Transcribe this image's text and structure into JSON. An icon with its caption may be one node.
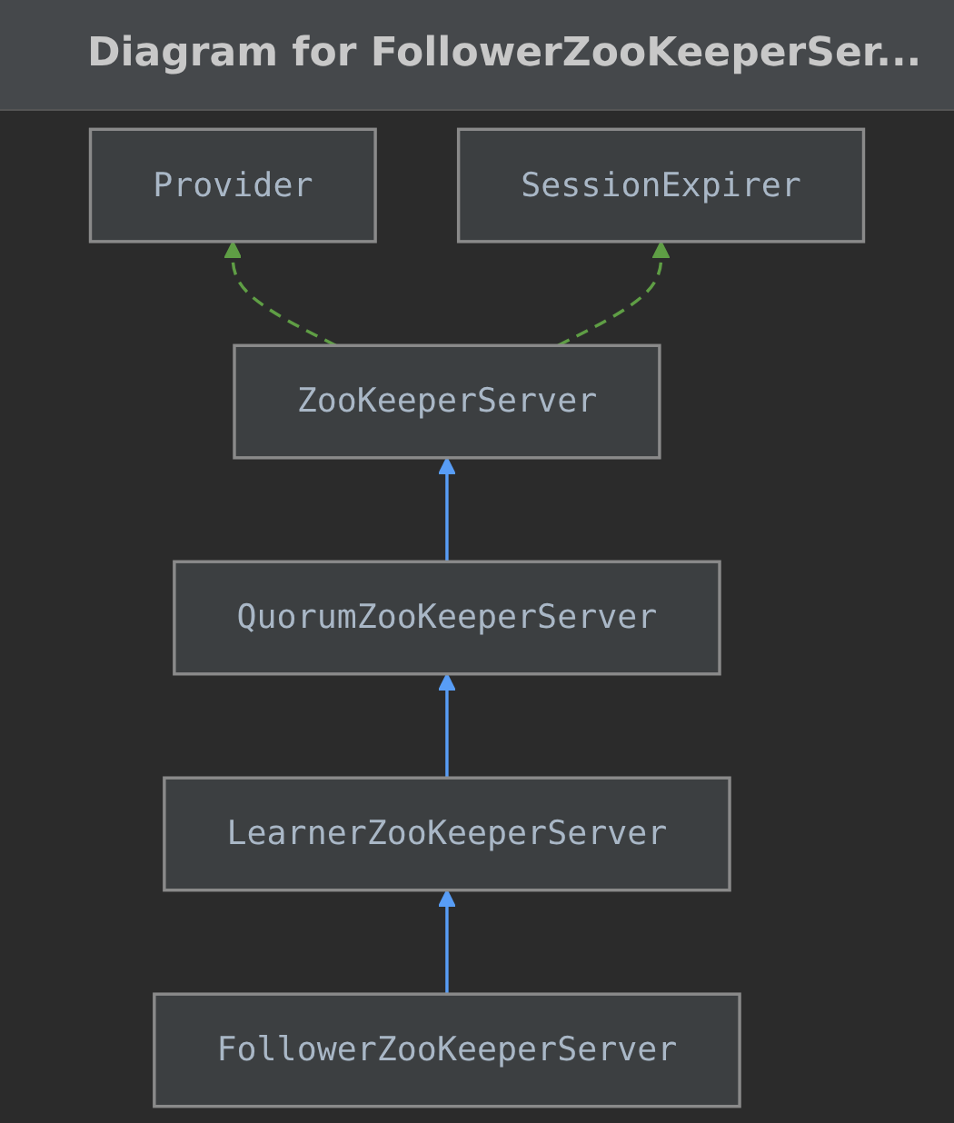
{
  "diagram": {
    "title": "Diagram for FollowerZooKeeperSer...",
    "nodes": [
      {
        "text": [
          "Provider"
        ]
      },
      {
        "text": [
          "SessionExpirer"
        ]
      },
      {
        "text": [
          "ZooKeeperServer"
        ]
      },
      {
        "text": [
          "QuorumZooKeeperServer"
        ]
      },
      {
        "text": [
          "LearnerZooKeeperServer"
        ]
      },
      {
        "text": [
          "FollowerZooKeeperServer"
        ]
      }
    ],
    "edges": [
      {
        "from": 2,
        "to": 0,
        "arrow": "to",
        "style": "dashed",
        "color": "#5f9e45"
      },
      {
        "from": 2,
        "to": 1,
        "arrow": "to",
        "style": "dashed",
        "color": "#5f9e45"
      },
      {
        "from": 3,
        "to": 2,
        "arrow": "to"
      },
      {
        "from": 4,
        "to": 3,
        "arrow": "to"
      },
      {
        "from": 5,
        "to": 4,
        "arrow": "to"
      }
    ]
  }
}
